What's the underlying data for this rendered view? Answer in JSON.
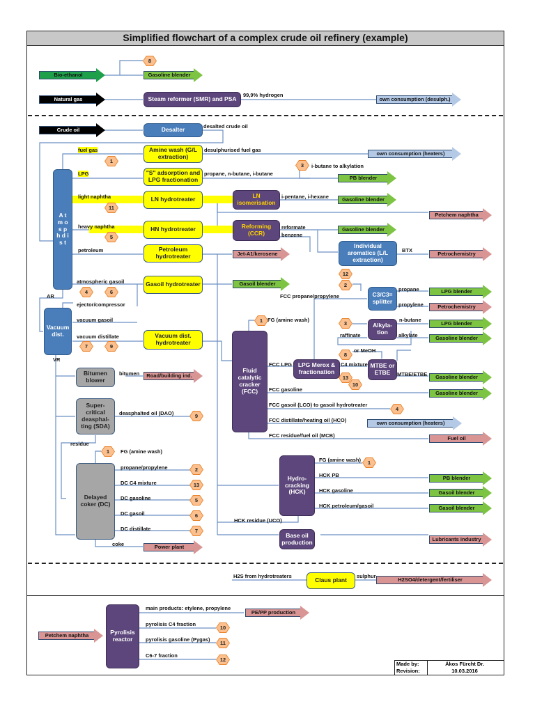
{
  "title": "Simplified flowchart of a complex crude oil refinery (example)",
  "colors": {
    "process_blue": "#4a7ebb",
    "process_yellow": "#ffff00",
    "process_purple": "#5d467b",
    "process_grey": "#a6a6a6",
    "product_green": "#7dc443",
    "product_pink": "#d99594",
    "product_lightblue": "#b4c9e6",
    "link_hex": "#fbc08e",
    "line": "#6b8fc4"
  },
  "inputs": {
    "bioethanol": "Bio-ethanol",
    "natural_gas": "Natural gas",
    "crude_oil": "Crude oil",
    "petchem_naphtha": "Petchem naphtha"
  },
  "units": {
    "smr": "Steam reformer (SMR) and PSA",
    "desalter": "Desalter",
    "amine": "Amine wash (G/L extraction)",
    "s_ads": "\"S\" adsorption and LPG fractionation",
    "ln_ht": "LN hydrotreater",
    "ln_iso": "LN isomerisation",
    "hn_ht": "HN hydrotreater",
    "reforming": "Reforming (CCR)",
    "pet_ht": "Petroleum hydrotreater",
    "go_ht": "Gasoil hydrotreater",
    "atm": "A t m o s p h   d i s t",
    "vac": "Vacuum dist.",
    "vd_ht": "Vacuum dist. hydrotreater",
    "aromatics": "Individual aromatics (L/L extraction)",
    "c3split": "C3/C3= splitter",
    "alky": "Alkyla-tion",
    "mtbe": "MTBE or ETBE",
    "merox": "LPG Merox & fractionation",
    "fcc": "Fluid catalytic cracker (FCC)",
    "bitumen": "Bitumen blower",
    "sda": "Super-critical deasphal-ting (SDA)",
    "coker": "Delayed coker (DC)",
    "hck": "Hydro-cracking (HCK)",
    "baseoil": "Base oil production",
    "claus": "Claus plant",
    "pyro": "Pyrolisis reactor"
  },
  "products": {
    "gas_blender": "Gasoline blender",
    "own_desulph": "own consumption (desulph.)",
    "own_heaters": "own consumption (heaters)",
    "pb_blender": "PB blender",
    "petchem_naphtha": "Petchem naphtha",
    "jet": "Jet-A1/kerosene",
    "gasoil_blender": "Gasoil blender",
    "petrochemistry": "Petrochemistry",
    "lpg_blender": "LPG blender",
    "road": "Road/building ind.",
    "fuel_oil": "Fuel oil",
    "power": "Power plant",
    "lubricants": "Lubricants industry",
    "h2so4": "H2SO4/detergent/fertiliser",
    "pepp": "PE/PP production"
  },
  "streams": {
    "hydrogen": "99,9% hydrogen",
    "desalted": "desalted crude oil",
    "fuelgas": "fuel gas",
    "desulph_fg": "desulphurised fuel gas",
    "lpg": "LPG",
    "prop_but": "propane, n-butane, i-butane",
    "ibutane_alky": "i-butane to alkylation",
    "light_naphtha": "light naphtha",
    "ipentane": "i-pentane, i-hexane",
    "heavy_naphtha": "heavy naphtha",
    "reformate": "reformate",
    "benzene": "benzene",
    "petroleum": "petroleum",
    "btx": "BTX",
    "atm_gasoil": "atmospheric gasoil",
    "ar": "AR",
    "ejector": "ejector/compressor",
    "vac_gasoil": "vacuum gasoil",
    "vac_distillate": "vacuum distillate",
    "vr": "VR",
    "fcc_propylene": "FCC propane/propylene",
    "propane": "propane",
    "propylene": "propylene",
    "fg_amine": "FG (amine wash)",
    "nbutane": "n-butane",
    "raffinate": "raffinate",
    "alkylate": "alkylate",
    "meoh": "or MeOH",
    "fcc_lpg": "FCC LPG",
    "c4mix": "C4 mixture",
    "mtbe_etbe": "MTBE/ETBE",
    "fcc_gasoline": "FCC gasoline",
    "fcc_lco": "FCC gasoil (LCO) to gasoil hydrotreater",
    "fcc_hco": "FCC distillate/heating oil (HCO)",
    "fcc_mcb": "FCC residue/fuel oil (MCB)",
    "bitumen": "bitumen",
    "dao": "deasphalted oil (DAO)",
    "residue": "residue",
    "dc_prop": "propane/propylene",
    "dc_c4": "DC C4 mixture",
    "dc_gasoline": "DC gasoline",
    "dc_gasoil": "DC gasoil",
    "dc_distillate": "DC distillate",
    "coke": "coke",
    "hck_pb": "HCK PB",
    "hck_gasoline": "HCK gasoline",
    "hck_petgasoil": "HCK petroleum/gasoil",
    "hck_residue": "HCK residue (UCO)",
    "h2s": "H2S from hydrotreaters",
    "sulphur": "sulphur",
    "main_products": "main products: etylene, propylene",
    "pyro_c4": "pyrolisis C4 fraction",
    "pygas": "pyrolisis gasoline (Pygas)",
    "c67": "C6-7 fraction"
  },
  "links": [
    "8",
    "1",
    "3",
    "11",
    "5",
    "4",
    "6",
    "7",
    "9",
    "12",
    "2",
    "1",
    "3",
    "8",
    "13",
    "10",
    "4",
    "9",
    "1",
    "2",
    "13",
    "5",
    "6",
    "7",
    "1",
    "10",
    "11",
    "12"
  ],
  "footer": {
    "made_by_label": "Made by:",
    "made_by": "Ákos Fürcht Dr.",
    "revision_label": "Revision:",
    "revision": "10.03.2016"
  }
}
